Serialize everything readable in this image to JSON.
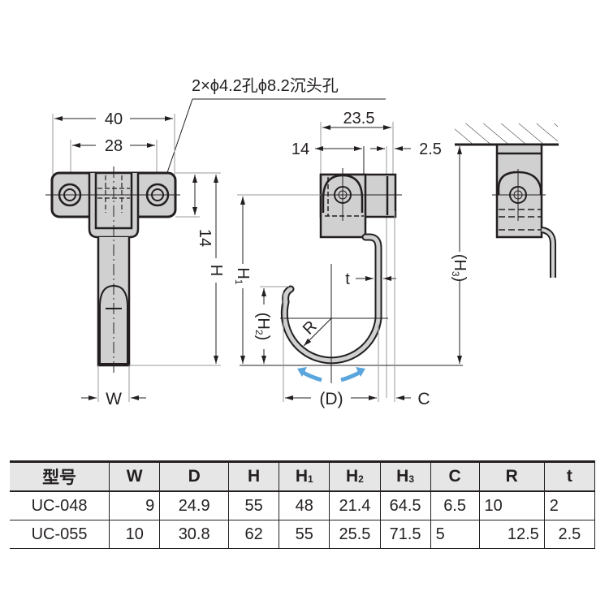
{
  "drawing": {
    "hole_callout": "2×ϕ4.2孔ϕ8.2沉头孔",
    "front_view": {
      "dim_overall_width": "40",
      "dim_hole_pitch": "28",
      "dim_base_height": "14",
      "dim_height": "H",
      "dim_width": "W"
    },
    "side_view": {
      "dim_depth": "23.5",
      "dim_base_depth": "14",
      "dim_offset": "2.5",
      "dim_h1": "H",
      "dim_h1_sub": "1",
      "dim_h2": "(H",
      "dim_h2_sub": "2",
      "dim_h2_close": ")",
      "dim_thickness": "t",
      "dim_radius": "R",
      "dim_opening": "(D)",
      "dim_clearance": "C"
    },
    "mount_view": {
      "dim_h3": "(H",
      "dim_h3_sub": "3",
      "dim_h3_close": ")"
    },
    "colors": {
      "line": "#231f20",
      "fill": "#d0d0d0",
      "dim_line": "#9a9a9a",
      "rotation_arrow": "#5aa6dc"
    }
  },
  "table": {
    "headers": [
      {
        "main": "型号",
        "sub": ""
      },
      {
        "main": "W",
        "sub": ""
      },
      {
        "main": "D",
        "sub": ""
      },
      {
        "main": "H",
        "sub": ""
      },
      {
        "main": "H",
        "sub": "1"
      },
      {
        "main": "H",
        "sub": "2"
      },
      {
        "main": "H",
        "sub": "3"
      },
      {
        "main": "C",
        "sub": ""
      },
      {
        "main": "R",
        "sub": ""
      },
      {
        "main": "t",
        "sub": ""
      }
    ],
    "rows": [
      [
        "UC-048",
        "9",
        "24.9",
        "55",
        "48",
        "21.4",
        "64.5",
        "6.5",
        "10",
        "2"
      ],
      [
        "UC-055",
        "10",
        "30.8",
        "62",
        "55",
        "25.5",
        "71.5",
        "5",
        "12.5",
        "2.5"
      ]
    ],
    "header_bg": "#e6e6e6"
  }
}
